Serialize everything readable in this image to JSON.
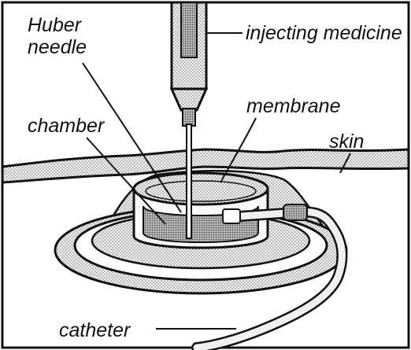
{
  "labels": {
    "huber_line1": "Huber",
    "huber_line2": "needle",
    "injecting": "injecting medicine",
    "membrane": "membrane",
    "chamber": "chamber",
    "skin": "skin",
    "catheter": "catheter"
  },
  "colors": {
    "ink": "#111111",
    "paper": "#ffffff",
    "stipple_fill": "#d6d6d6",
    "dark_stipple": "#9a9a9a"
  }
}
